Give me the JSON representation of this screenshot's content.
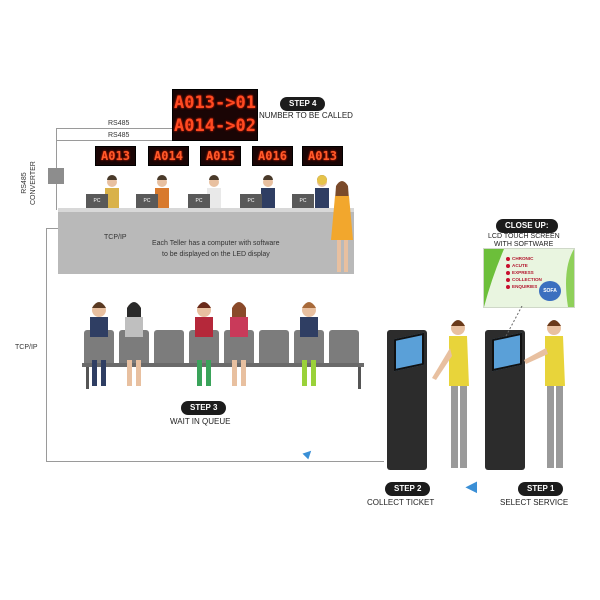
{
  "network": {
    "rs485_top": "RS485",
    "rs485_bottom": "RS485",
    "converter": "RS485\nCONVERTER",
    "tcpip_counter": "TCP/IP",
    "tcpip_left": "TCP/IP",
    "pc_label": "PC"
  },
  "step4": {
    "badge": "STEP 4",
    "caption": "NUMBER TO BE CALLED",
    "big_display": [
      "A013->01",
      "A014->02"
    ],
    "counter_displays": [
      "A013",
      "A014",
      "A015",
      "A016",
      "A013"
    ]
  },
  "counter_note": {
    "line1": "Each Teller has a computer with software",
    "line2": "to be displayed on the LED display"
  },
  "step3": {
    "badge": "STEP 3",
    "caption": "WAIT IN QUEUE"
  },
  "step2": {
    "badge": "STEP 2",
    "caption": "COLLECT TICKET"
  },
  "step1": {
    "badge": "STEP 1",
    "caption": "SELECT SERVICE"
  },
  "closeup": {
    "badge": "CLOSE UP:",
    "caption_line1": "LCD TOUCH SCREEN",
    "caption_line2": "WITH SOFTWARE",
    "menu": [
      "CHRONIC",
      "ACUTE",
      "EXPRESS",
      "COLLECTION",
      "ENQUIRIES"
    ],
    "seal": "SOFA"
  },
  "colors": {
    "led": "#ff4a22",
    "badge": "#1c1c1c",
    "arrow": "#3a8fd6",
    "counter": "#b9b9b9"
  }
}
